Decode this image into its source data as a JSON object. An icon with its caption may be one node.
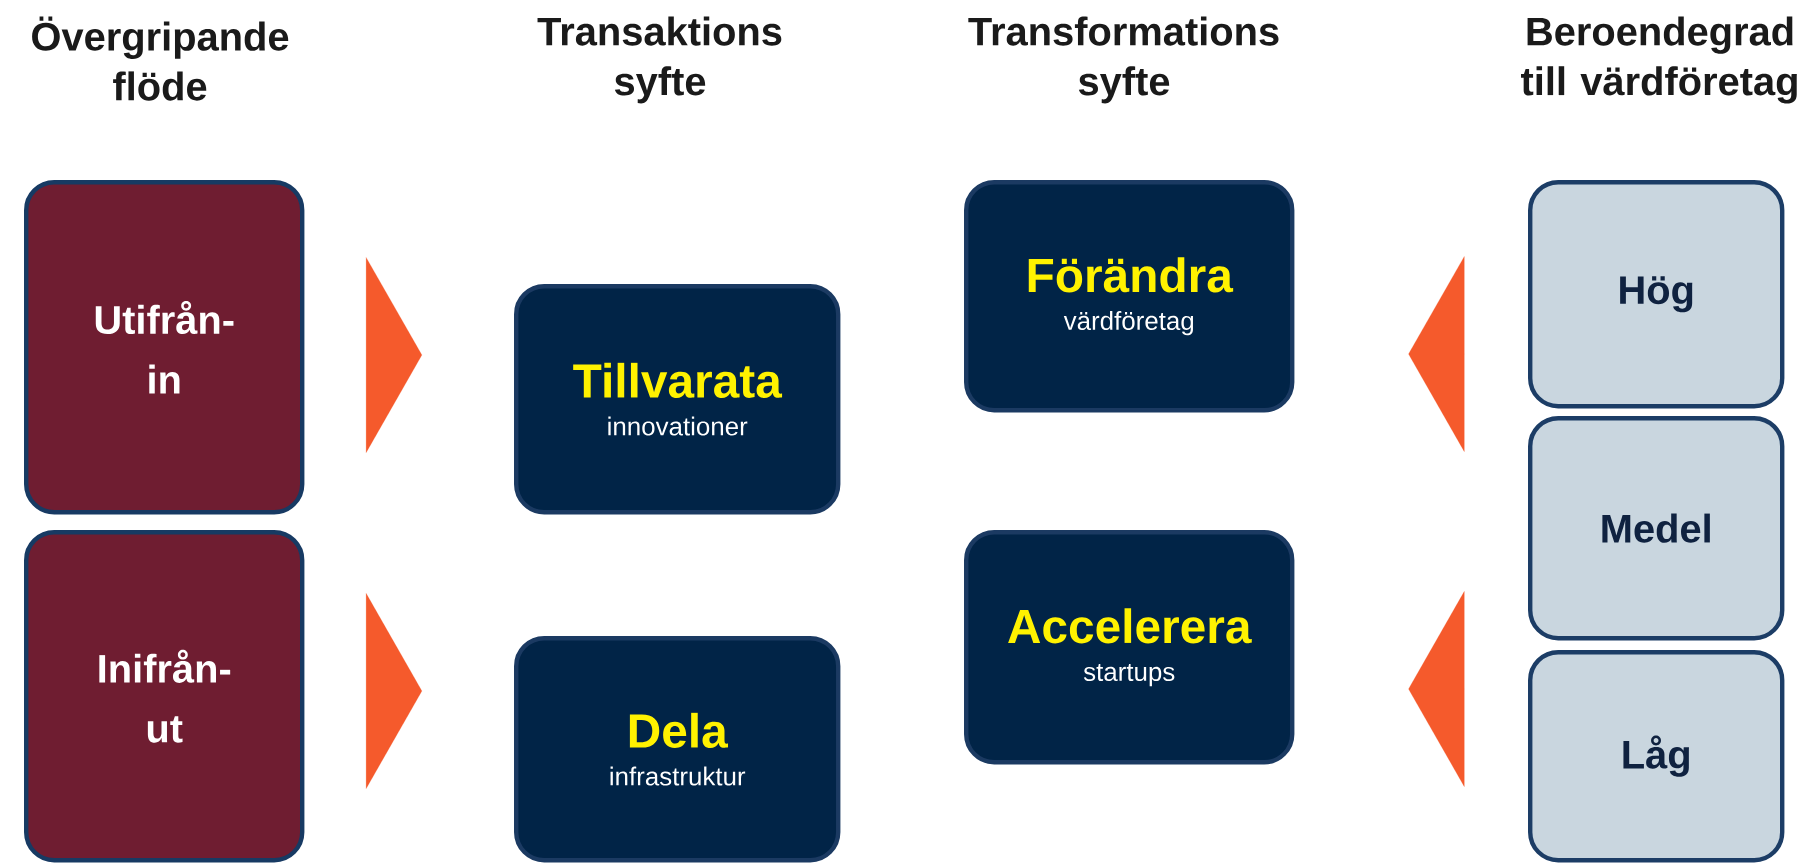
{
  "diagram": {
    "nodes": [
      {
        "text": [
          "Utifrån-in"
        ]
      },
      {
        "text": [
          "Inifrån-ut"
        ]
      },
      {
        "text": [
          "Tillvarata",
          "innovationer"
        ]
      },
      {
        "text": [
          "Dela",
          "infrastruktur"
        ]
      },
      {
        "text": [
          "Förändra",
          "värdföretag"
        ]
      },
      {
        "text": [
          "Accelerera",
          "startups"
        ]
      },
      {
        "text": [
          "Hög"
        ]
      },
      {
        "text": [
          "Medel"
        ]
      },
      {
        "text": [
          "Låg"
        ]
      }
    ],
    "edges": [
      {
        "from": 0,
        "to": 2,
        "arrow": "to"
      },
      {
        "from": 1,
        "to": 3,
        "arrow": "to"
      },
      {
        "from": 6,
        "to": 4,
        "arrow": "to"
      },
      {
        "from": 8,
        "to": 5,
        "arrow": "to"
      }
    ],
    "labels": [
      "Övergripande flöde",
      "Transaktions syfte",
      "Transformations syfte",
      "Beroendegrad till värdföretag"
    ]
  }
}
